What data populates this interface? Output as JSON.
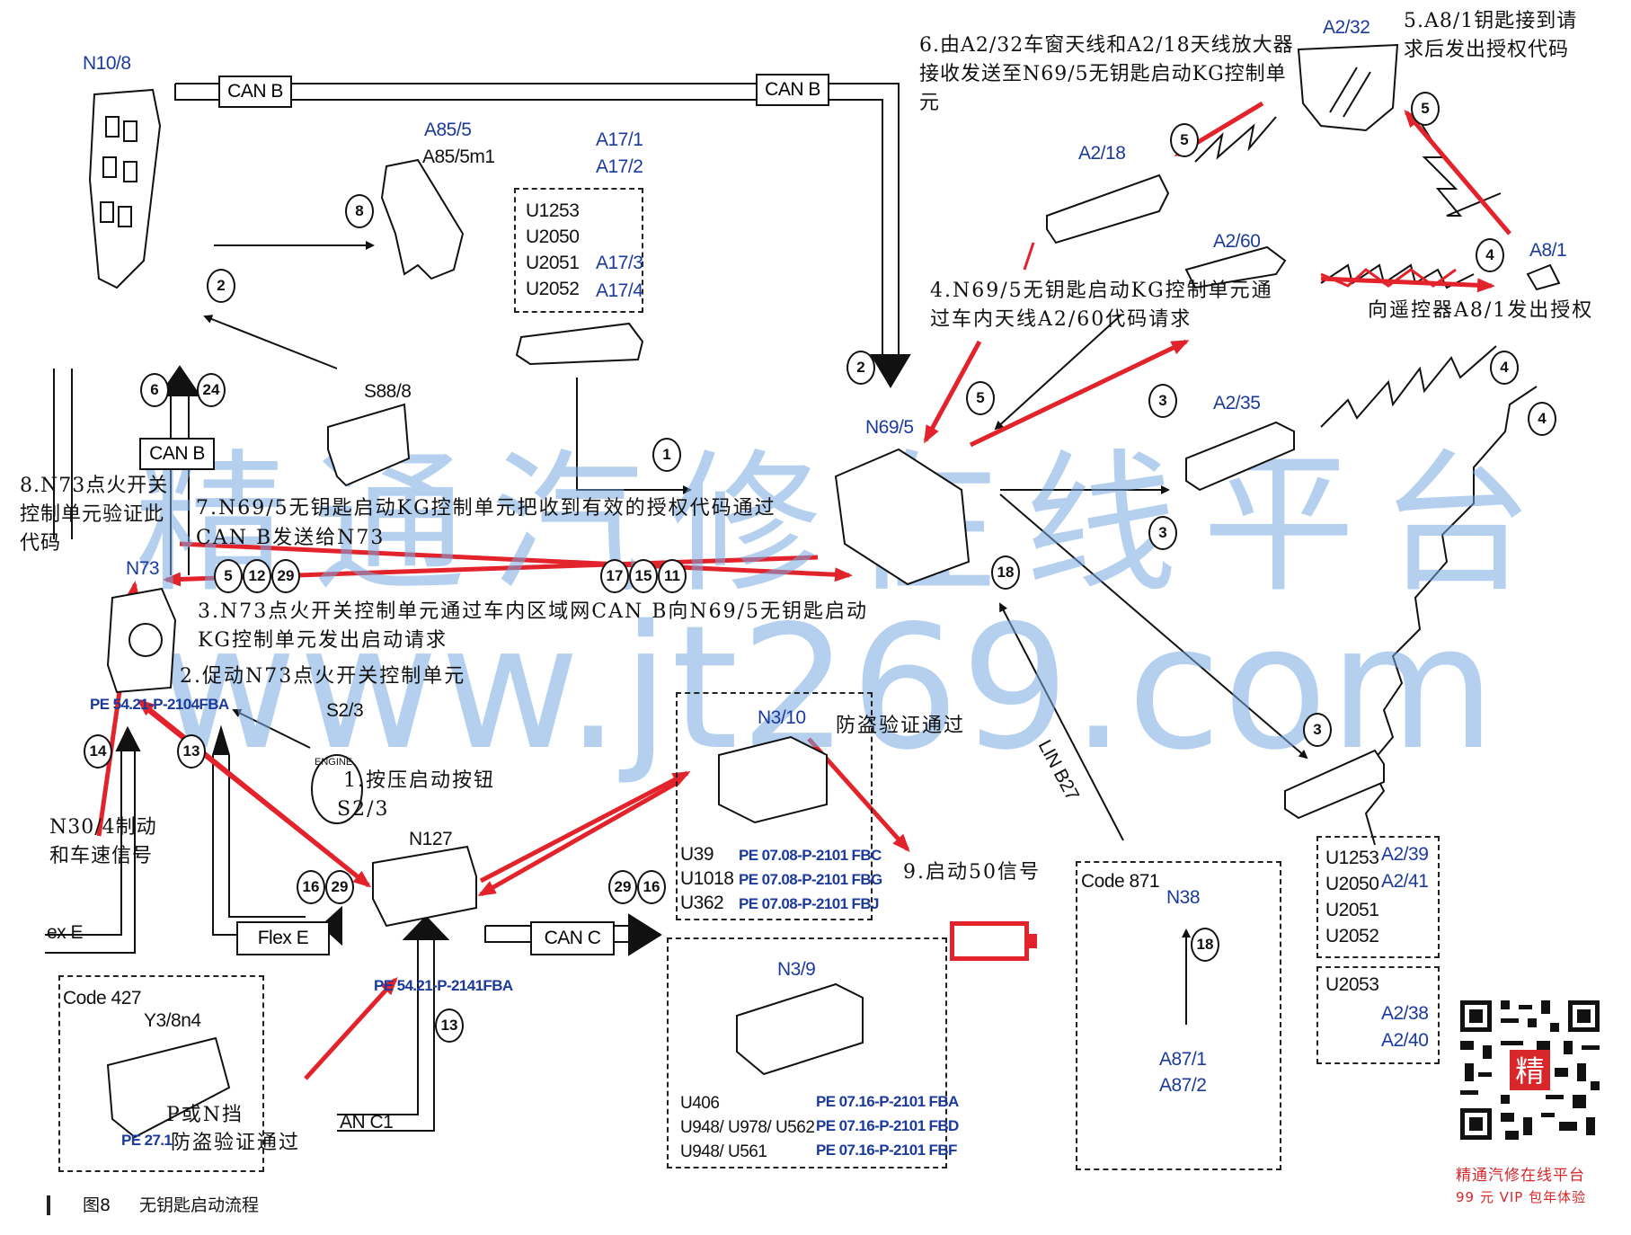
{
  "figure_caption": {
    "number": "图8",
    "text": "无钥匙启动流程"
  },
  "watermark": {
    "line1": "精通汽修在线平台",
    "line2": "www.jt269.com"
  },
  "brand": {
    "name": "精通汽修在线平台",
    "offer": "99 元 VIP 包年体验",
    "qr_center_char": "精"
  },
  "colors": {
    "red_arrow": "#e3232b",
    "blue_label": "#1b3a9c",
    "watermark": "#78aae1"
  },
  "components": {
    "n10_8": "N10/8",
    "a85_5": "A85/5",
    "a85_5m1": "A85/5m1",
    "a17_1": "A17/1",
    "a17_2": "A17/2",
    "a17_3": "A17/3",
    "a17_4": "A17/4",
    "s88_8": "S88/8",
    "n73": "N73",
    "s2_3": "S2/3",
    "n127": "N127",
    "n69_5": "N69/5",
    "a2_32": "A2/32",
    "a2_18": "A2/18",
    "a2_60": "A2/60",
    "a8_1": "A8/1",
    "a2_35": "A2/35",
    "n3_10": "N3/10",
    "n3_9": "N3/9",
    "n38": "N38",
    "a87_1": "A87/1",
    "a87_2": "A87/2",
    "y3_8n4": "Y3/8n4",
    "a2_39": "A2/39",
    "a2_41": "A2/41",
    "a2_38": "A2/38",
    "a2_40": "A2/40"
  },
  "bus_labels": {
    "can_b_1": "CAN B",
    "can_b_2": "CAN B",
    "can_b_3": "CAN B",
    "can_c": "CAN C",
    "can_c1": "AN C1",
    "flex_e": "Flex E",
    "flex_e_left": "ex E",
    "lin_b27": "LIN B27"
  },
  "codes": {
    "a17_block": "U1253\nU2050\nU2051\nU2052",
    "a2_39_block": "U1253\nU2050\nU2051\nU2052",
    "u2053": "U2053",
    "n3_10_u39": "U39",
    "n3_10_u1018": "U1018",
    "n3_10_u362": "U362",
    "n3_9_u406": "U406",
    "n3_9_u948_978": "U948/ U978/ U562",
    "n3_9_u948_561": "U948/ U561",
    "code_427": "Code 427",
    "code_871": "Code 871"
  },
  "refs": {
    "pe5421_2104": "PE 54.21-P-2104FBA",
    "pe5421_2141": "PE 54.21-P-2141FBA",
    "pe0708_fbc": "PE 07.08-P-2101 FBC",
    "pe0708_fbg": "PE 07.08-P-2101 FBG",
    "pe0708_fbj": "PE 07.08-P-2101 FBJ",
    "pe0716_fba": "PE 07.16-P-2101 FBA",
    "pe0716_fbd": "PE 07.16-P-2101 FBD",
    "pe0716_fbf": "PE 07.16-P-2101 FBF",
    "pe27": "PE 27.1"
  },
  "annotations": {
    "step1": "1.按压启动按钮",
    "step1b": "S2/3",
    "step2": "2.促动N73点火开关控制单元",
    "step3a": "3.N73点火开关控制单元通过车内区域网CAN B向N69/5无钥匙启动",
    "step3b": "KG控制单元发出启动请求",
    "step4a": "4.N69/5无钥匙启动KG控制单元通",
    "step4b": "过车内天线A2/60代码请求",
    "step4c": "向遥控器A8/1发出授权",
    "step5": "5.A8/1钥匙接到请求后发出授权代码",
    "step6": "6.由A2/32车窗天线和A2/18天线放大器接收发送至N69/5无钥匙启动KG控制单元",
    "step7a": "7.N69/5无钥匙启动KG控制单元把收到有效的授权代码通过",
    "step7b": "CAN B发送给N73",
    "step8": "8.N73点火开关控制单元验证此代码",
    "step9": "9.启动50信号",
    "n30_4": "N30/4制动和车速信号",
    "antitheft1": "防盗验证通过",
    "antitheft2": "防盗验证通过",
    "p_or_n": "P或N挡",
    "engine_btn": "ENGINE"
  },
  "step_numbers": {
    "c1": "1",
    "c2a": "2",
    "c2b": "2",
    "c3a": "3",
    "c3b": "3",
    "c3c": "3",
    "c3d": "3",
    "c4a": "4",
    "c4b": "4",
    "c4c": "4",
    "c5a": "5",
    "c5b": "5",
    "c5c": "5",
    "c6": "6",
    "c24": "24",
    "c8": "8",
    "c5l": "5",
    "c12": "12",
    "c29a": "29",
    "c17": "17",
    "c15": "15",
    "c11": "11",
    "c18a": "18",
    "c18b": "18",
    "c14": "14",
    "c13a": "13",
    "c13b": "13",
    "c16a": "16",
    "c29b": "29",
    "c29c": "29",
    "c16b": "16"
  }
}
